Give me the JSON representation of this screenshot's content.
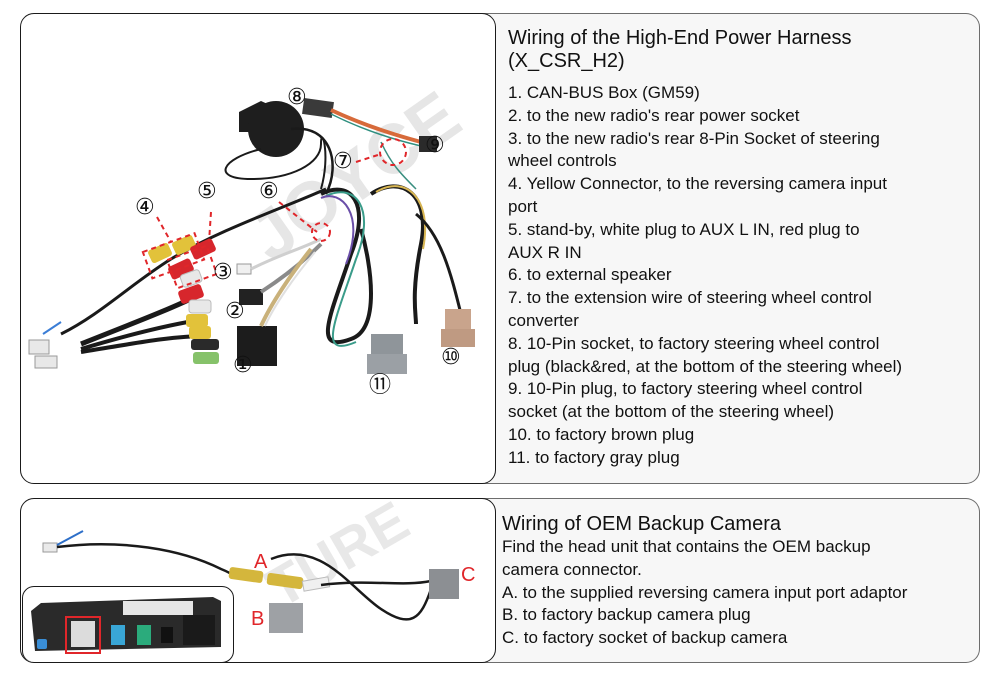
{
  "power_harness": {
    "title_line1": "Wiring of the High-End Power Harness",
    "title_line2": "(X_CSR_H2)",
    "items": [
      "1. CAN-BUS Box (GM59)",
      "2. to the new radio's rear power socket",
      "3. to the new radio's rear 8-Pin Socket of steering",
      "wheel controls",
      "4. Yellow Connector, to the reversing camera input",
      "port",
      "5. stand-by, white plug to AUX L IN, red plug to",
      "AUX R IN",
      "6. to external speaker",
      "7. to the extension wire of steering wheel control",
      "converter",
      "8. 10-Pin socket, to factory steering wheel control",
      "plug (black&red, at the bottom of the steering wheel)",
      "9. 10-Pin plug, to factory steering wheel control",
      "socket (at the bottom of the steering wheel)",
      "10. to factory brown plug",
      "11. to factory gray plug"
    ],
    "callouts": [
      "①",
      "②",
      "③",
      "④",
      "⑤",
      "⑥",
      "⑦",
      "⑧",
      "⑨",
      "⑩",
      "⑪"
    ],
    "watermark": "JOYCE"
  },
  "backup_camera": {
    "title": "Wiring of OEM Backup Camera",
    "intro_line1": "Find the head unit that contains the OEM backup",
    "intro_line2": "camera connector.",
    "items": [
      "A. to the supplied reversing camera input port adaptor",
      "B. to factory backup camera plug",
      "C. to factory socket of backup camera"
    ],
    "labels": [
      "A",
      "B",
      "C"
    ],
    "watermark": "TURE"
  },
  "colors": {
    "callout_red": "#e0262a",
    "panel_bg": "#f7f7f7",
    "connector_yellow": "#e2c23a",
    "connector_red": "#d7262c",
    "connector_brown": "#c9a48c",
    "connector_gray": "#8f959a"
  }
}
